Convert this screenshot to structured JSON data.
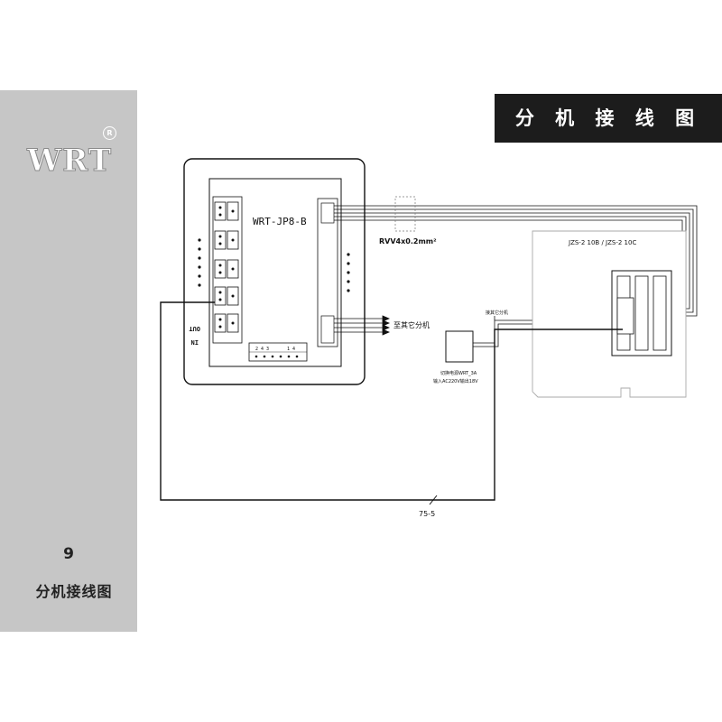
{
  "brand": {
    "logo": "WRT",
    "mark": "R"
  },
  "header": {
    "title": "分 机 接 线 图"
  },
  "sidebar": {
    "page_number": "9",
    "caption": "分机接线图"
  },
  "diagram": {
    "panel_label": "WRT-JP8-B",
    "cable_label": "RVV4x0.2mm²",
    "to_other_ext": "至其它分机",
    "power_top_label": "接其它分机",
    "power_line1": "切换电源WRT_3A",
    "power_line2": "输入AC220V输出18V",
    "unit_label": "JZS-2 10B / JZS-2 10C",
    "coax_label": "75-5",
    "left_label_1": "OUT",
    "left_label_2": "IN",
    "tb_label_left": "2 4 3",
    "tb_label_right": "1 4"
  }
}
